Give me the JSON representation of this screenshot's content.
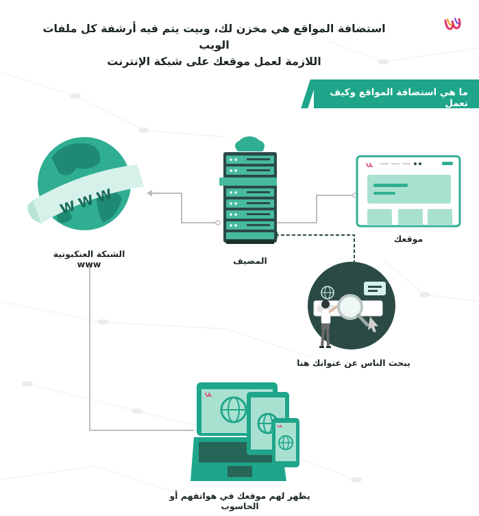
{
  "heading": {
    "line1": "استضافة المواقع هي مخزن لك، وبيت يتم فيه أرشفة كل ملفات الويب",
    "line2": "اللازمة لعمل موقعك على شبكة الإنترنت"
  },
  "badge": {
    "text": "ما هي استضافة المواقع وكيف تعمل"
  },
  "nodes": {
    "web": {
      "label_line1": "الشبكة العنكبوتية",
      "label_line2": "www",
      "banner_text": "WWW"
    },
    "host": {
      "label": "المضيف"
    },
    "site": {
      "label": "موقعك"
    },
    "search": {
      "label": "يبحث الناس عن عنوانك هنا"
    },
    "devices": {
      "label": "يظهر لهم موقعك في هواتفهم أو الحاسوب"
    }
  },
  "colors": {
    "accent": "#1ea58a",
    "dark": "#2b4a45",
    "light": "#cfeee5",
    "line": "#bcbcbc"
  }
}
